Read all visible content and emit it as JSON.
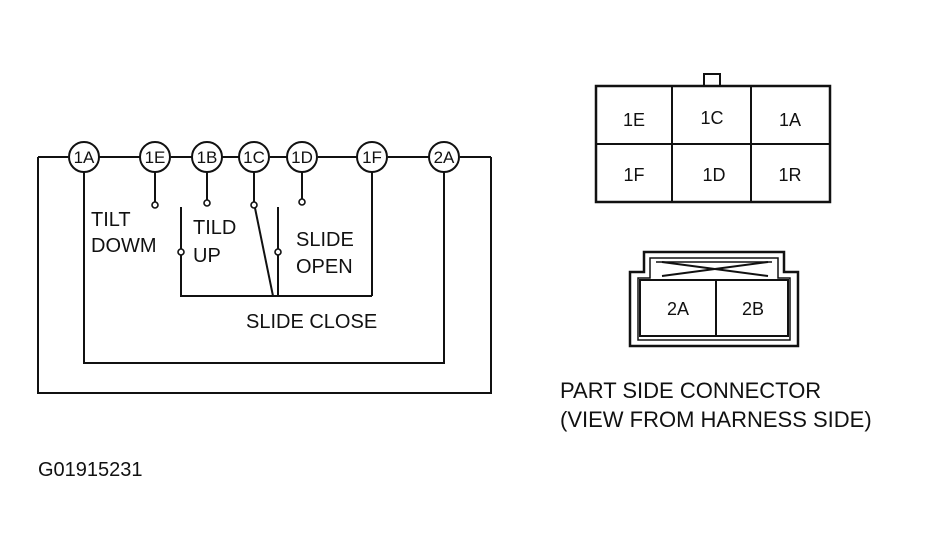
{
  "schematic": {
    "terminals": [
      "1A",
      "1E",
      "1B",
      "1C",
      "1D",
      "1F",
      "2A"
    ],
    "switches": {
      "tilt_down": [
        "TILT",
        "DOWM"
      ],
      "tilt_up": [
        "TILD",
        "UP"
      ],
      "slide_open": [
        "SLIDE",
        "OPEN"
      ],
      "slide_close": "SLIDE CLOSE"
    }
  },
  "connector1": {
    "cells": [
      "1E",
      "1C",
      "1A",
      "1F",
      "1D",
      "1R"
    ]
  },
  "connector2": {
    "cells": [
      "2A",
      "2B"
    ]
  },
  "caption": {
    "line1": "PART SIDE CONNECTOR",
    "line2": "(VIEW FROM HARNESS SIDE)"
  },
  "figure_id": "G01915231"
}
